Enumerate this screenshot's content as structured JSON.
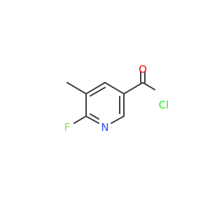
{
  "molecule": {
    "atoms": {
      "fluorine": {
        "symbol": "F",
        "color": "#90e050"
      },
      "nitrogen": {
        "symbol": "N",
        "color": "#3050f8"
      },
      "oxygen": {
        "symbol": "O",
        "color": "#ff0d0d"
      },
      "chlorine": {
        "symbol": "Cl",
        "color": "#1ff01f"
      }
    },
    "bond_color": "#404040",
    "background": "#ffffff"
  }
}
